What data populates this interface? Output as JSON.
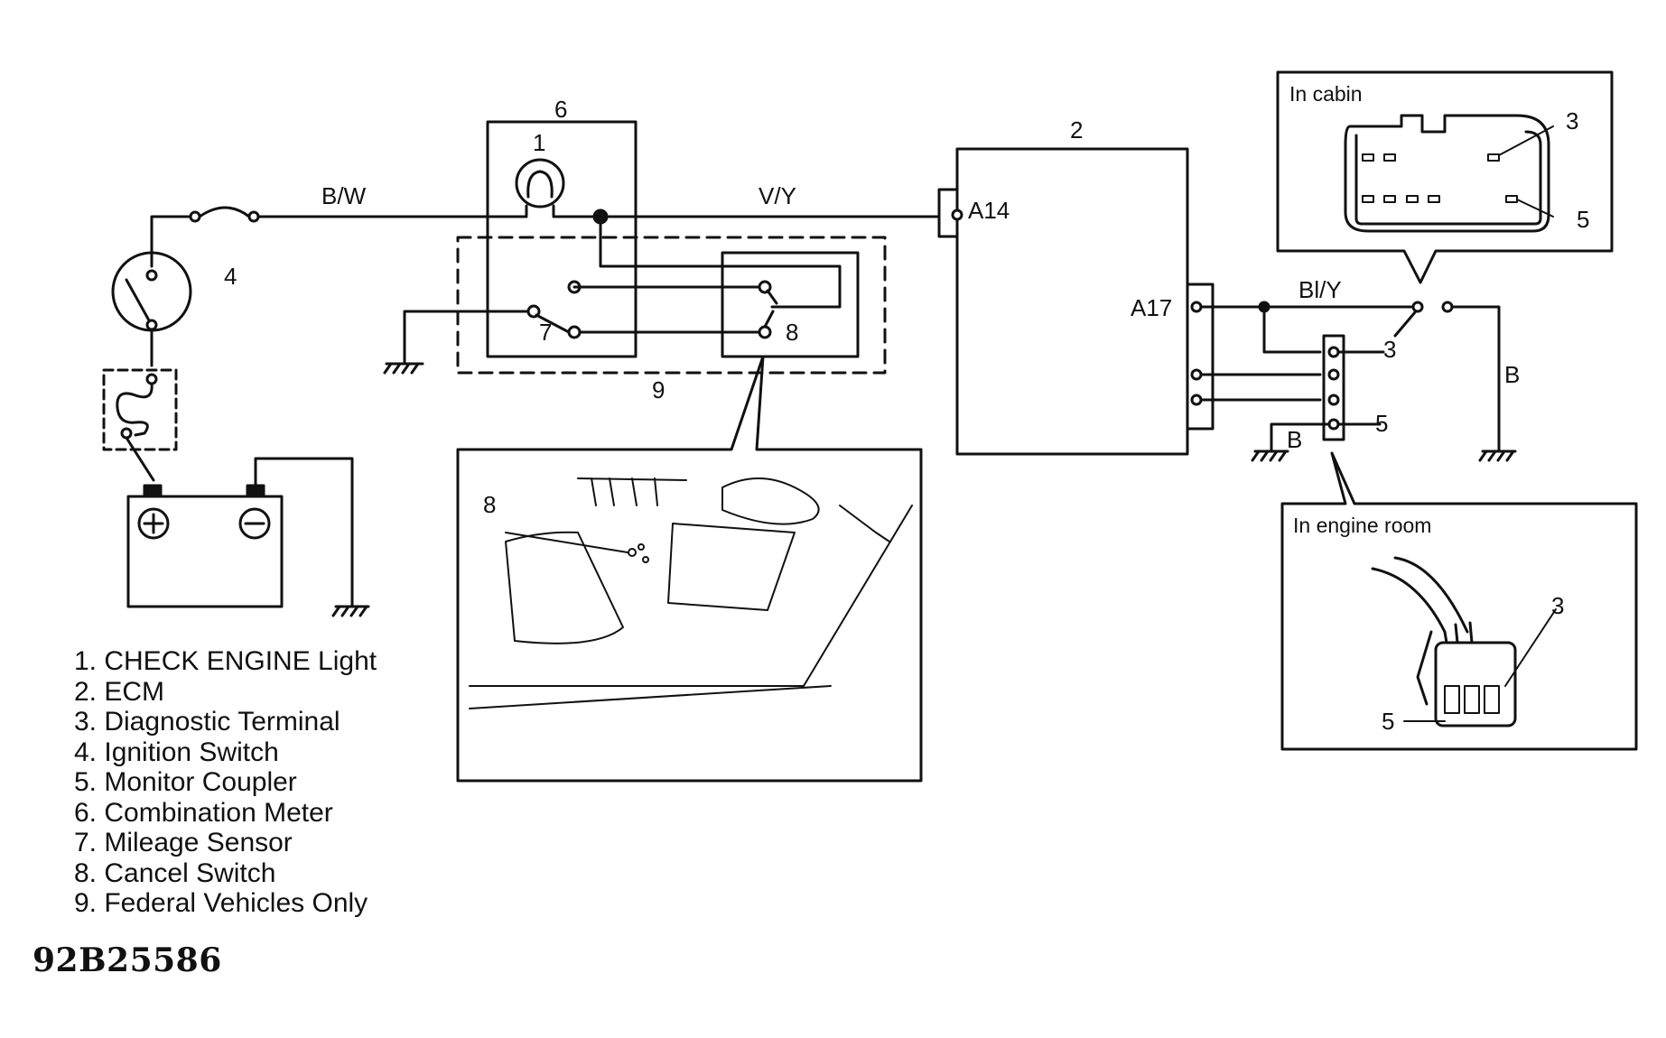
{
  "diagram": {
    "callouts": {
      "n1": "1",
      "n2": "2",
      "n3": "3",
      "n4": "4",
      "n5": "5",
      "n6": "6",
      "n7": "7",
      "n8": "8",
      "n9": "9"
    },
    "wires": {
      "bw": "B/W",
      "vy": "V/Y",
      "bly": "Bl/Y",
      "b": "B"
    },
    "terminals": {
      "a14": "A14",
      "a17": "A17"
    },
    "insets": {
      "cabin": "In cabin",
      "engine_room": "In engine room"
    }
  },
  "legend": [
    "1. CHECK ENGINE Light",
    "2. ECM",
    "3. Diagnostic Terminal",
    "4. Ignition Switch",
    "5. Monitor Coupler",
    "6. Combination Meter",
    "7. Mileage Sensor",
    "8. Cancel Switch",
    "9. Federal Vehicles Only"
  ],
  "figure_id": "92B25586"
}
